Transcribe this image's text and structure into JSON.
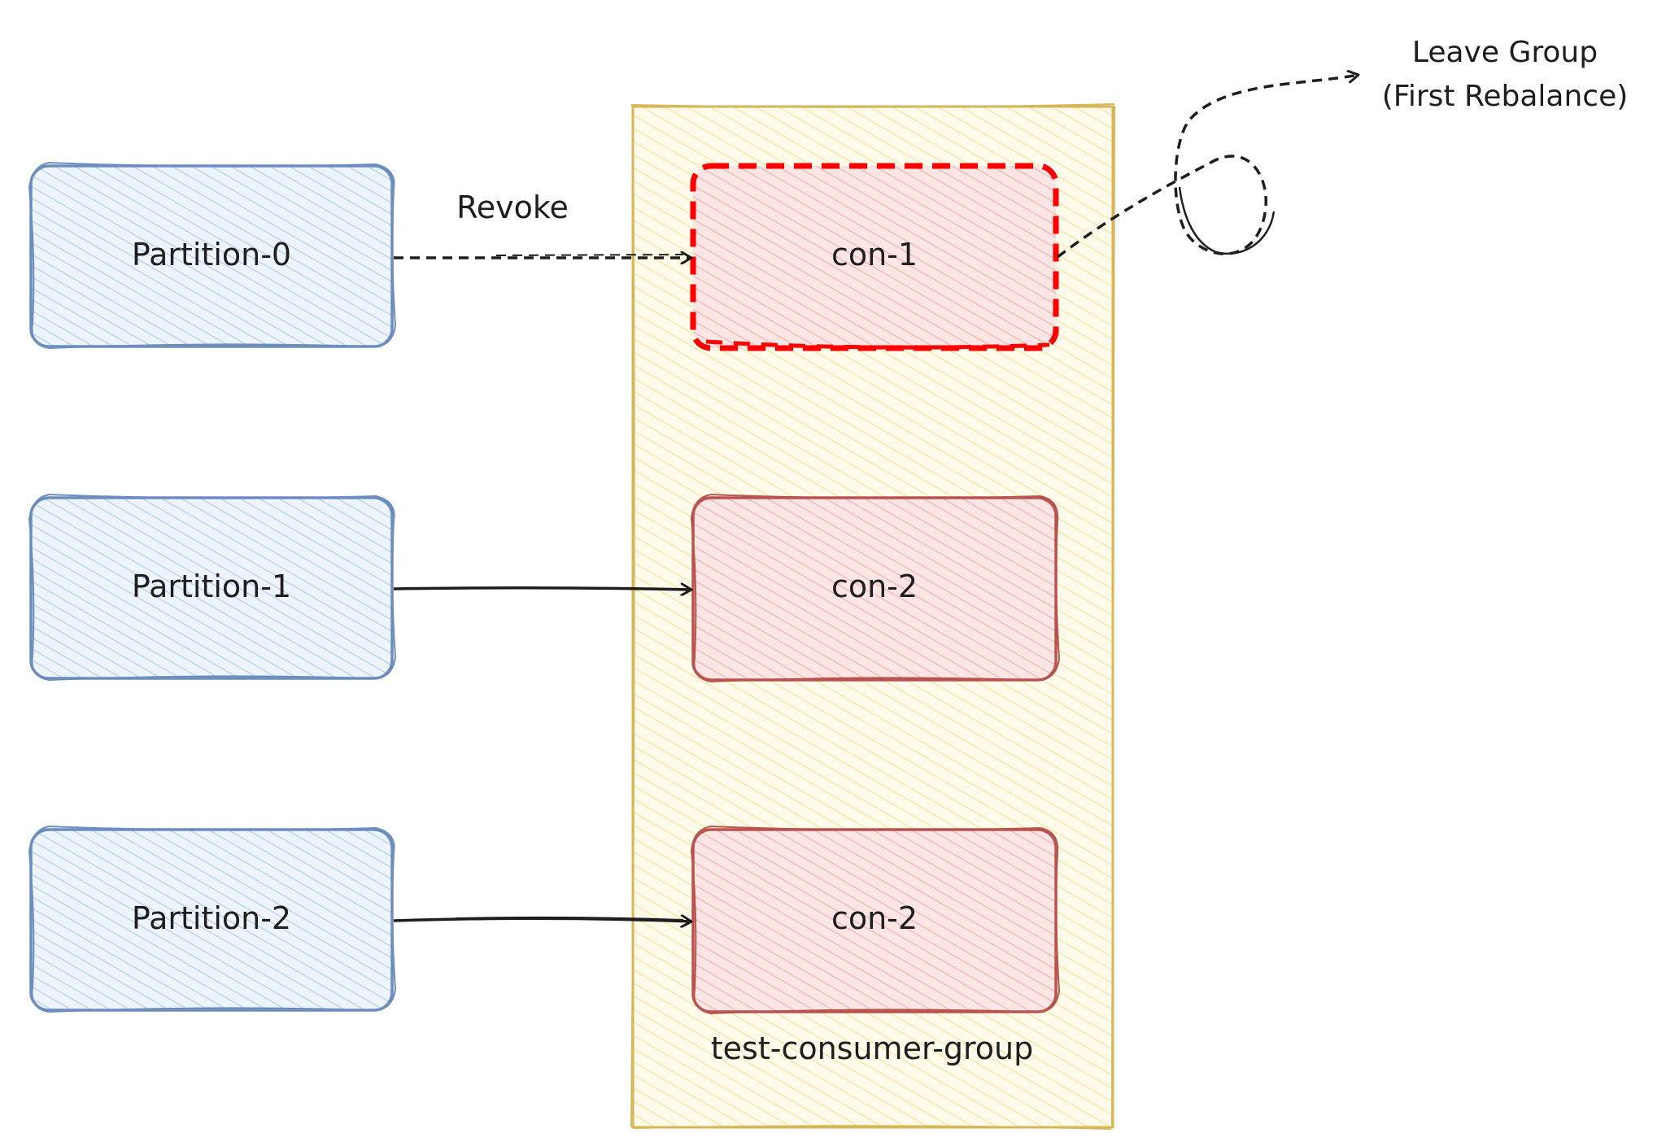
{
  "colors": {
    "partition_stroke": "#6c8ebf",
    "partition_fill": "#dae8fc",
    "consumer_stroke": "#b85450",
    "consumer_fill": "#f8cecc",
    "leaving_stroke": "#ff0000",
    "group_stroke": "#d6b656",
    "group_fill": "#fff2cc",
    "text": "#1e1e1e"
  },
  "partitions": [
    {
      "label": "Partition-0"
    },
    {
      "label": "Partition-1"
    },
    {
      "label": "Partition-2"
    }
  ],
  "group": {
    "label": "test-consumer-group"
  },
  "consumers": [
    {
      "label": "con-1",
      "state": "leaving"
    },
    {
      "label": "con-2",
      "state": "active"
    },
    {
      "label": "con-2",
      "state": "active"
    }
  ],
  "edges": [
    {
      "from": "Partition-0",
      "to": "con-1",
      "style": "dashed",
      "label": "Revoke"
    },
    {
      "from": "Partition-1",
      "to": "con-2",
      "style": "solid",
      "label": ""
    },
    {
      "from": "Partition-2",
      "to": "con-2",
      "style": "solid",
      "label": ""
    }
  ],
  "annotation": {
    "line1": "Leave Group",
    "line2": "(First Rebalance)"
  }
}
